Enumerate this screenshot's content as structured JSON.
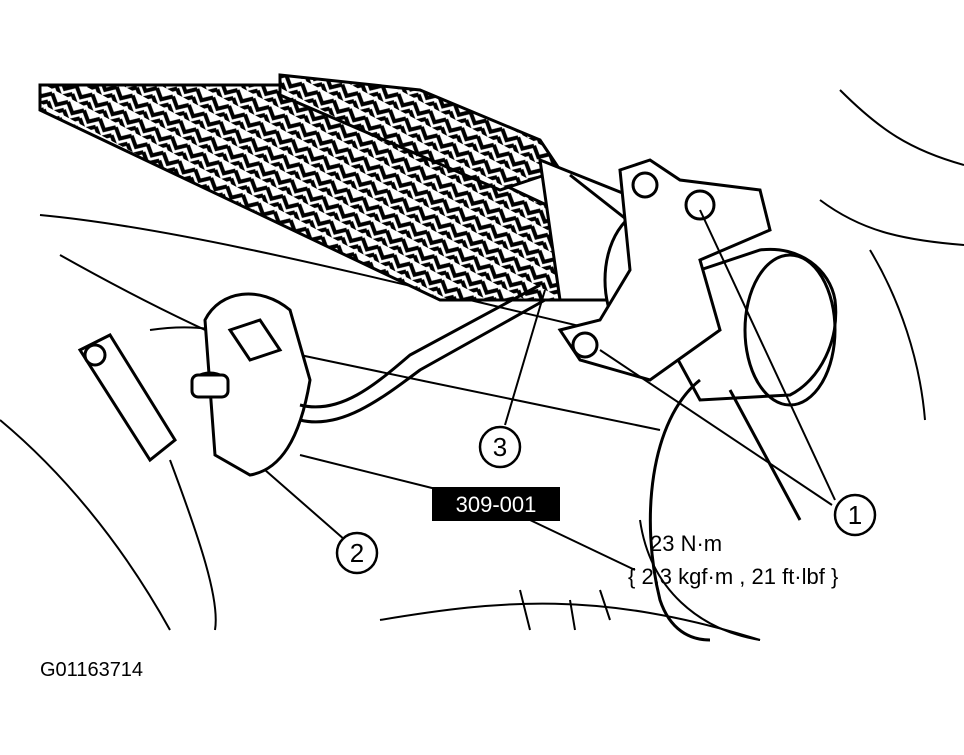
{
  "diagram": {
    "callouts": [
      {
        "id": "1",
        "label": "1"
      },
      {
        "id": "2",
        "label": "2"
      },
      {
        "id": "3",
        "label": "3"
      }
    ],
    "tool_tag": "309-001",
    "torque_line1": "23 N·m",
    "torque_line2": "{ 2.3 kgf·m , 21 ft·lbf }",
    "figure_id": "G01163714"
  },
  "colors": {
    "ink": "#000000",
    "paper": "#ffffff",
    "tag_bg": "#000000",
    "tag_text": "#ffffff"
  }
}
